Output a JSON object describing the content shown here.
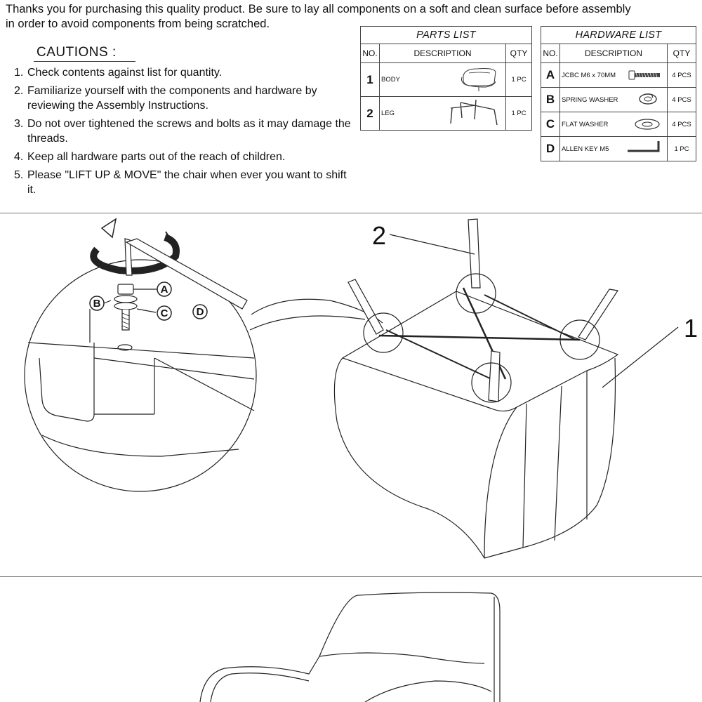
{
  "intro": {
    "text": "Thanks you for purchasing this quality product. Be sure to lay all components on a soft and clean surface before assembly\nin order to avoid components from being scratched."
  },
  "cautions": {
    "title": "CAUTIONS  :",
    "items": [
      {
        "num": "1.",
        "text": "Check contents against list for quantity."
      },
      {
        "num": "2.",
        "text": "Familiarize yourself with the components and hardware by reviewing the Assembly Instructions."
      },
      {
        "num": "3.",
        "text": "Do not over tightened the screws and bolts as it may damage the threads."
      },
      {
        "num": "4.",
        "text": "Keep all hardware parts out of the reach of children."
      },
      {
        "num": "5.",
        "text": "Please \"LIFT UP & MOVE\" the chair  when ever you want to shift it."
      }
    ]
  },
  "parts_list": {
    "title": "PARTS LIST",
    "headers": {
      "no": "NO.",
      "description": "DESCRIPTION",
      "qty": "QTY"
    },
    "rows": [
      {
        "no": "1",
        "description": "BODY",
        "qty": "1 PC",
        "icon": "chair-body-icon"
      },
      {
        "no": "2",
        "description": "LEG",
        "qty": "1 PC",
        "icon": "chair-leg-frame-icon"
      }
    ]
  },
  "hardware_list": {
    "title": "HARDWARE LIST",
    "headers": {
      "no": "NO.",
      "description": "DESCRIPTION",
      "qty": "QTY"
    },
    "rows": [
      {
        "no": "A",
        "description": "JCBC M6 x 70MM",
        "qty": "4 PCS",
        "icon": "bolt-icon"
      },
      {
        "no": "B",
        "description": "SPRING WASHER",
        "qty": "4 PCS",
        "icon": "spring-washer-icon"
      },
      {
        "no": "C",
        "description": "FLAT WASHER",
        "qty": "4 PCS",
        "icon": "flat-washer-icon"
      },
      {
        "no": "D",
        "description": "ALLEN KEY M5",
        "qty": "1 PC",
        "icon": "allen-key-icon"
      }
    ]
  },
  "diagram": {
    "callout_a": "A",
    "callout_b": "B",
    "callout_c": "C",
    "callout_d": "D",
    "part_label_1": "1",
    "part_label_2": "2"
  }
}
